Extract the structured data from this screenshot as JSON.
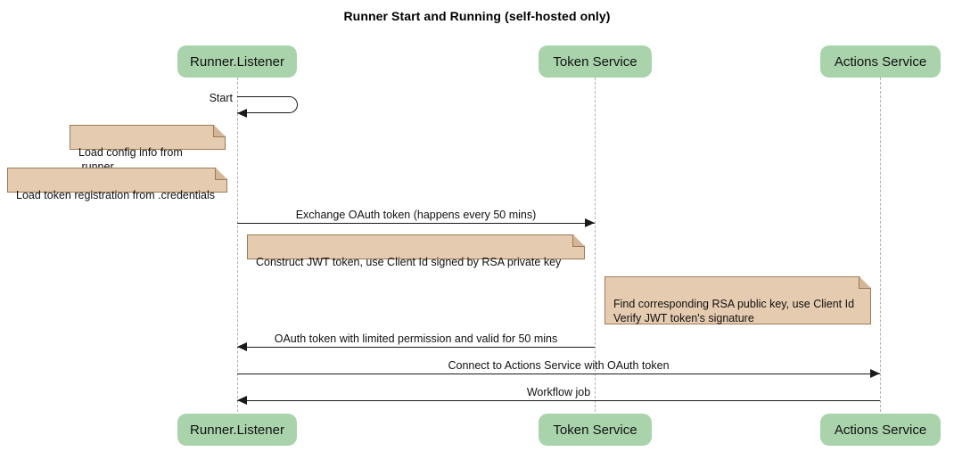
{
  "diagram": {
    "type": "sequence",
    "title": "Runner Start and Running (self-hosted only)",
    "colors": {
      "participant_fill": "#a9d4ab",
      "note_fill": "#e5cbb0",
      "note_border": "#9d7b55",
      "lifeline": "#b0b0b8",
      "line": "#1a1a1a"
    },
    "participants": [
      {
        "id": "runner",
        "label": "Runner.Listener"
      },
      {
        "id": "token",
        "label": "Token Service"
      },
      {
        "id": "actions",
        "label": "Actions Service"
      }
    ],
    "messages": [
      {
        "id": "m1",
        "label": "Start",
        "from": "runner",
        "to": "runner",
        "kind": "self"
      },
      {
        "id": "m2",
        "label": "Exchange OAuth token (happens every 50 mins)",
        "from": "runner",
        "to": "token",
        "kind": "sync",
        "direction": "right"
      },
      {
        "id": "m3",
        "label": "OAuth token with limited permission and valid for 50 mins",
        "from": "token",
        "to": "runner",
        "kind": "sync",
        "direction": "left"
      },
      {
        "id": "m4",
        "label": "Connect to Actions Service with OAuth token",
        "from": "runner",
        "to": "actions",
        "kind": "sync",
        "direction": "right"
      },
      {
        "id": "m5",
        "label": "Workflow job",
        "from": "actions",
        "to": "runner",
        "kind": "sync",
        "direction": "left"
      }
    ],
    "notes": [
      {
        "id": "n1",
        "text": "Load config info from .runner",
        "over": "runner"
      },
      {
        "id": "n2",
        "text": "Load token registration from .credentials",
        "over": "runner"
      },
      {
        "id": "n3",
        "text": "Construct JWT token, use Client Id signed by RSA private key",
        "over": "runner"
      },
      {
        "id": "n4",
        "text": "Find corresponding RSA public key, use Client Id\nVerify JWT token's signature",
        "over": "token"
      }
    ]
  }
}
